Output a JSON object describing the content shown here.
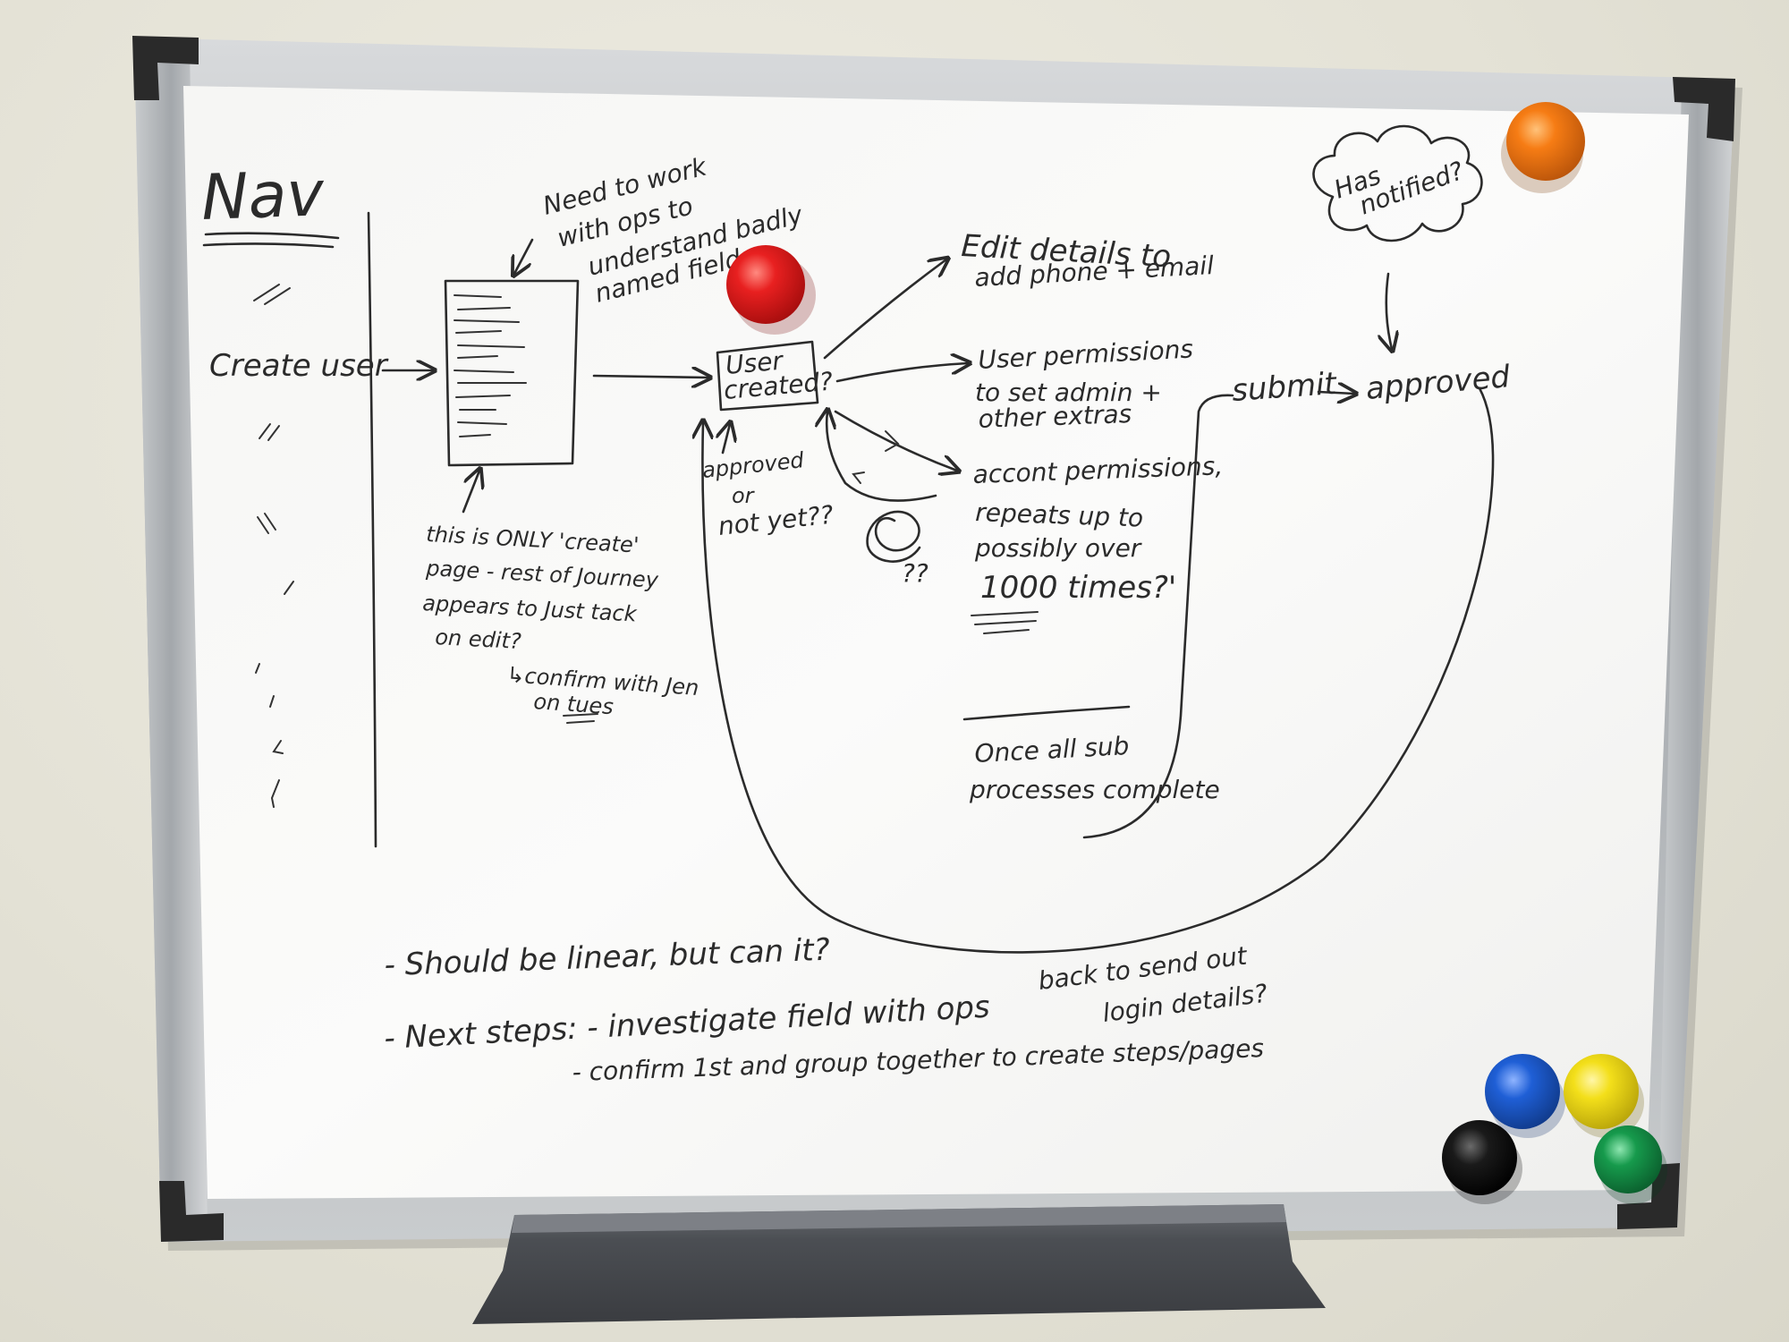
{
  "board": {
    "colors": {
      "wall": "#e6e4d8",
      "board": "#f9f9f7",
      "frame": "#b9bcbf",
      "corner": "#2a2a2a",
      "ink": "#2b2b2b",
      "tray": "#4a4c50"
    }
  },
  "notes": {
    "title": "Nav",
    "nav_item": "Create user",
    "need_to_work": [
      "Need to work",
      "with ops to",
      "understand badly",
      "named fields"
    ],
    "user_created": [
      "User",
      "created?"
    ],
    "approved_or": [
      "approved",
      "or",
      "not yet??"
    ],
    "only_create": [
      "this is ONLY 'create'",
      "page - rest of Journey",
      "appears to Just tack",
      "on edit?"
    ],
    "confirm_jen": [
      "↳confirm with Jen",
      "on tues"
    ],
    "edit_details": [
      "Edit details to",
      "add phone + email"
    ],
    "user_permissions": [
      "User permissions",
      "to set admin +",
      "other extras"
    ],
    "account_permissions": [
      "accont permissions,",
      "repeats up to",
      "possibly over",
      "1000 times?'"
    ],
    "question_marks": "??",
    "once_all": [
      "Once all sub",
      "processes complete"
    ],
    "submit": "submit",
    "approved": "approved",
    "has_notified": [
      "Has",
      "notified?"
    ],
    "back_to_send": [
      "back to send out",
      "login details?"
    ],
    "linear": "- Should be linear, but can it?",
    "next_steps": "- Next steps: - investigate field with ops",
    "next_steps_2": "- confirm 1st and group together to create steps/pages"
  },
  "magnets": [
    {
      "name": "red-magnet",
      "color": "#e41d1d"
    },
    {
      "name": "orange-magnet",
      "color": "#f57a12"
    },
    {
      "name": "blue-magnet",
      "color": "#1f5fd6"
    },
    {
      "name": "yellow-magnet",
      "color": "#f3df1a"
    },
    {
      "name": "black-magnet",
      "color": "#111111"
    },
    {
      "name": "green-magnet",
      "color": "#169a4c"
    }
  ]
}
